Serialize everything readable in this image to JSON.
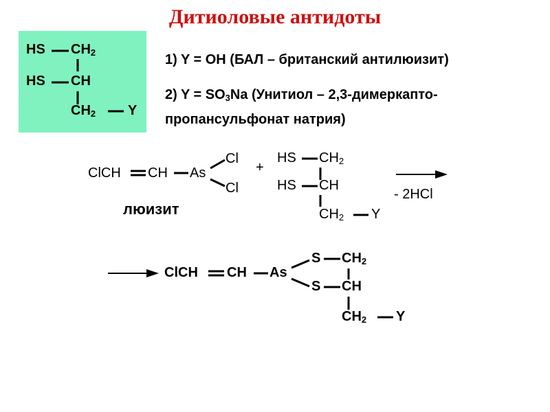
{
  "title": "Дитиоловые антидоты",
  "box": {
    "row1_a": "HS",
    "row1_b": "CH",
    "row1_b_sub": "2",
    "row2_a": "HS",
    "row2_b": "CH",
    "row3_a": "CH",
    "row3_a_sub": "2",
    "row3_b": "Y"
  },
  "notes": {
    "item1": "1) Y = OH (БАЛ – британский антилюизит)",
    "item2_a": "2) Y = SO",
    "item2_sub": "3",
    "item2_b": "Na (Унитиол – 2,3-димеркапто-",
    "item2_line2": "пропансульфонат натрия)"
  },
  "reaction": {
    "lewisite_a": "ClCH",
    "lewisite_b": "CH",
    "lewisite_as": "As",
    "cl1": "Cl",
    "cl2": "Cl",
    "lewisite_label": "люизит",
    "plus": "+",
    "r_hs1": "HS",
    "r_ch2": "CH",
    "r_ch2_sub": "2",
    "r_hs2": "HS",
    "r_ch": "CH",
    "r_ch2b": "CH",
    "r_ch2b_sub": "2",
    "r_y": "Y",
    "byproduct": "- 2HCl"
  },
  "product": {
    "p_a": "ClCH",
    "p_b": "CH",
    "p_as": "As",
    "s1": "S",
    "ch2": "CH",
    "ch2_sub": "2",
    "s2": "S",
    "ch": "CH",
    "ch2b": "CH",
    "ch2b_sub": "2",
    "y": "Y"
  }
}
